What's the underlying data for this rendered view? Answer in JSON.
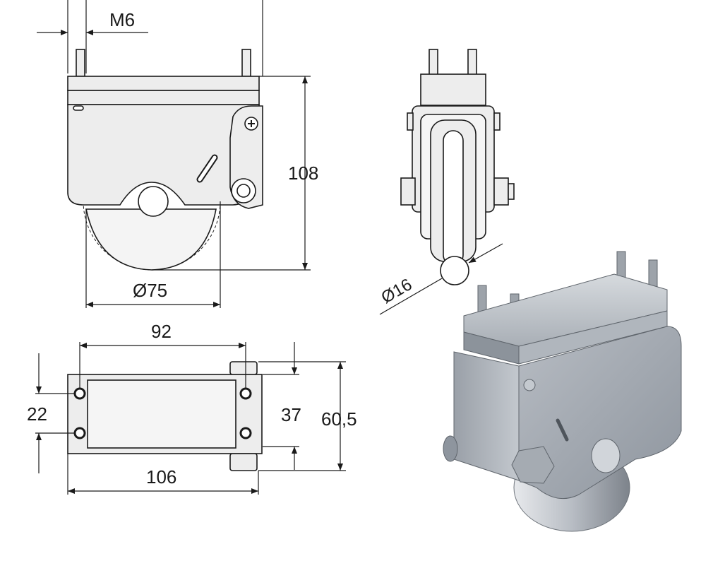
{
  "drawing": {
    "side_view": {
      "thread_label": "M6",
      "height_label": "108",
      "wheel_diameter_label": "Ø75"
    },
    "front_view": {
      "rail_diameter_label": "Ø16"
    },
    "top_view": {
      "hole_spacing_label": "92",
      "overall_length_label": "106",
      "hole_row_spacing_label": "22",
      "plate_width_label": "37",
      "overall_width_label": "60,5"
    }
  },
  "colors": {
    "line": "#1a1a1a",
    "part_fill": "#e9e9e9",
    "metal_light": "#c9cdd2",
    "metal_mid": "#9fa5ad",
    "metal_dark": "#6f757d"
  }
}
